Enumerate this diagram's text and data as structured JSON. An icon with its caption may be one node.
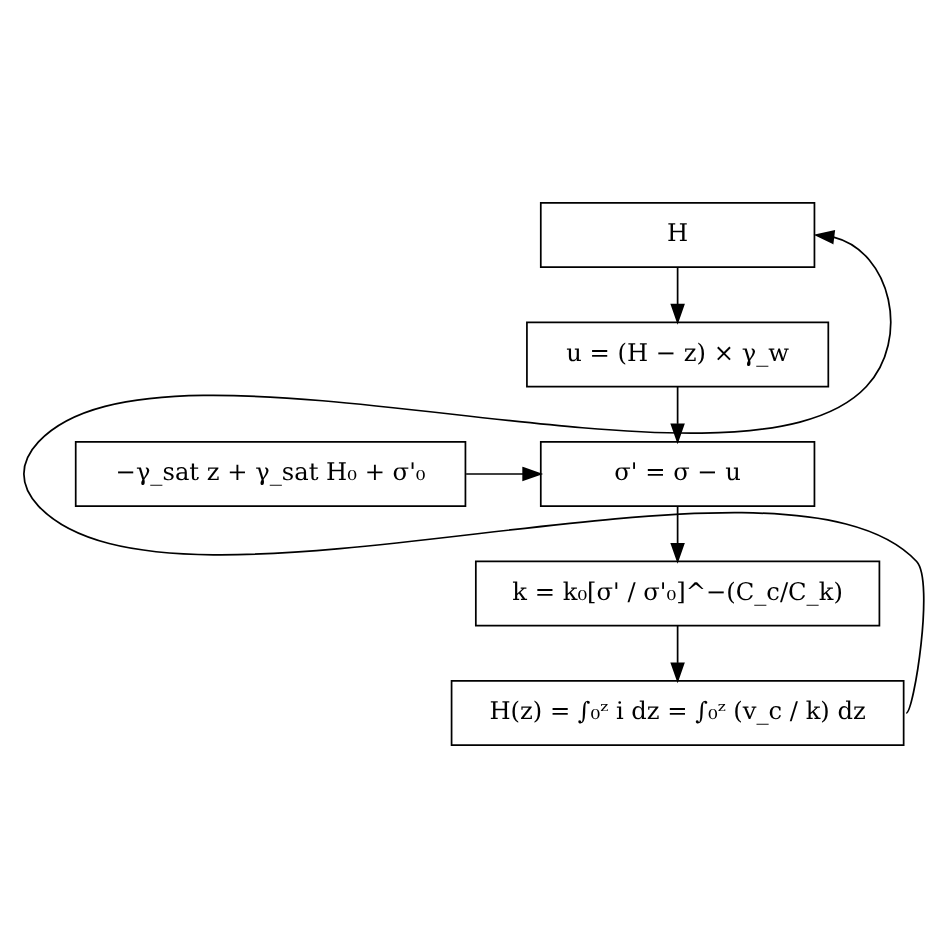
{
  "diagram": {
    "nodes": [
      {
        "text": [
          "H"
        ]
      },
      {
        "text": [
          "u = (H − z) × γ_w"
        ]
      },
      {
        "text": [
          "−γ_sat z + γ_sat H₀ + σ'₀"
        ]
      },
      {
        "text": [
          "σ' = σ − u"
        ]
      },
      {
        "text": [
          "k = k₀[σ' / σ'₀]^−(C_c/C_k)"
        ]
      },
      {
        "text": [
          "H(z) = ∫₀ᶻ i dz = ∫₀ᶻ (v_c / k) dz"
        ]
      }
    ],
    "edges": [
      {
        "from": 0,
        "to": 1,
        "arrow": "to"
      },
      {
        "from": 1,
        "to": 3,
        "arrow": "to"
      },
      {
        "from": 2,
        "to": 3,
        "arrow": "to"
      },
      {
        "from": 3,
        "to": 4,
        "arrow": "to"
      },
      {
        "from": 4,
        "to": 5,
        "arrow": "to"
      },
      {
        "from": 5,
        "to": 0,
        "arrow": "to"
      }
    ]
  }
}
